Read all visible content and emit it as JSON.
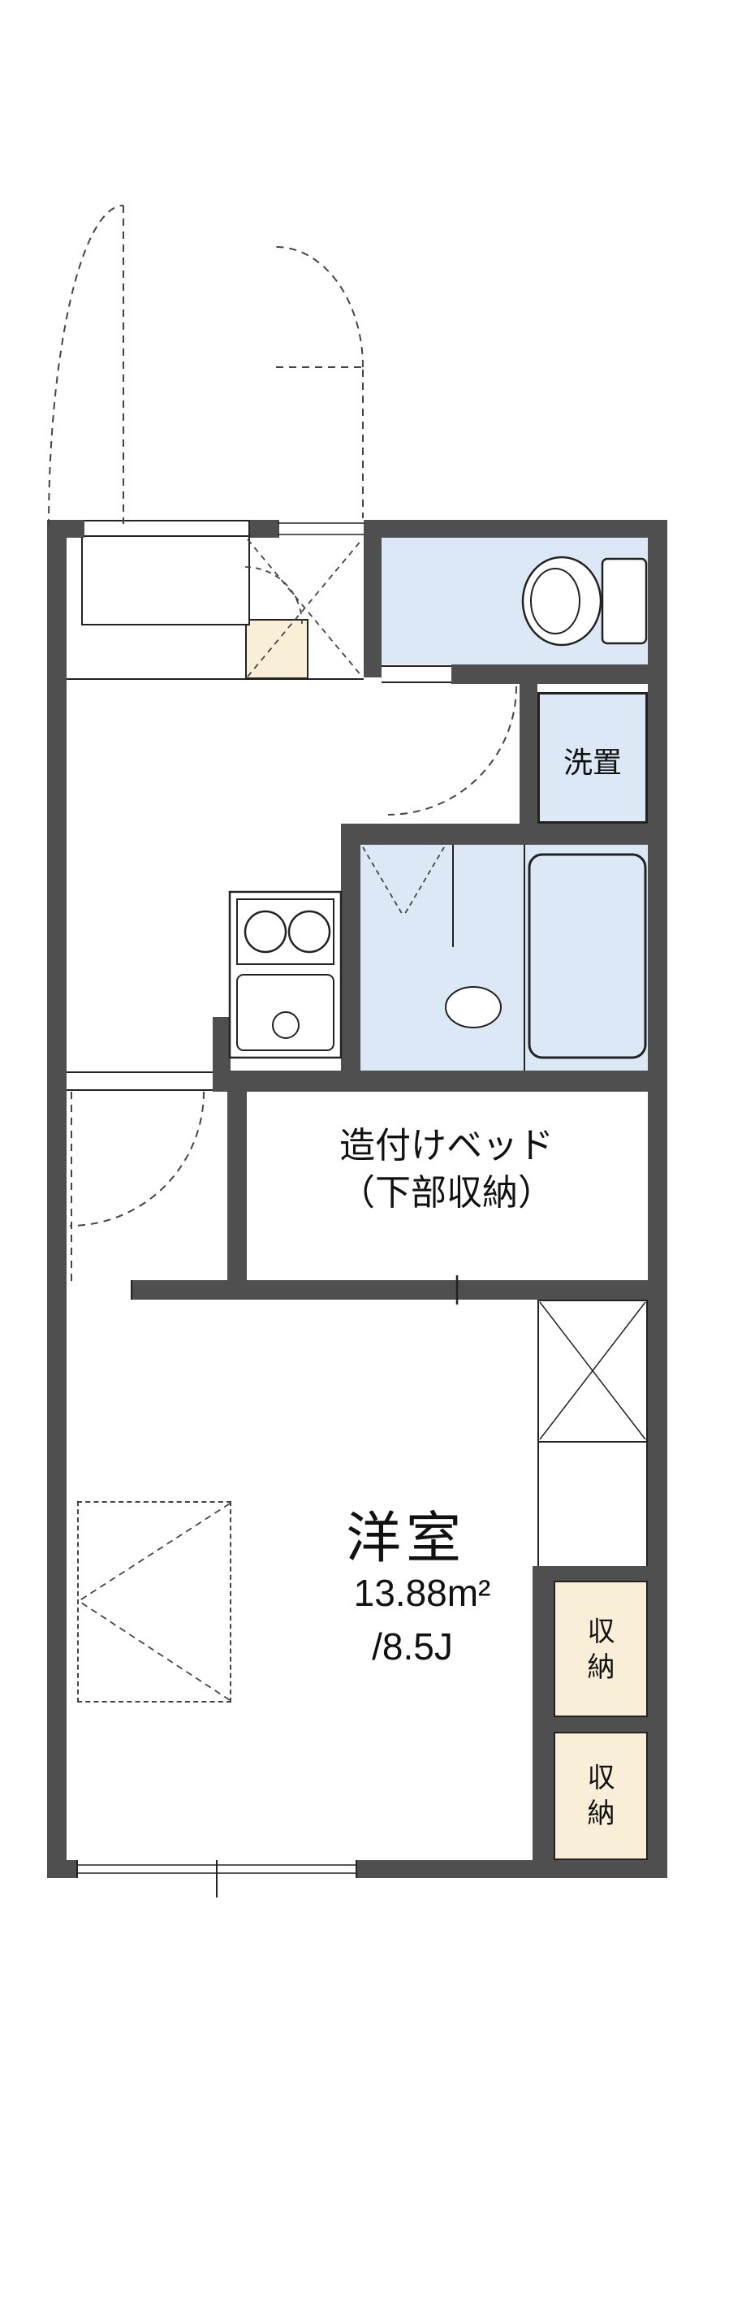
{
  "title": "apartment-floorplan",
  "floorplan": {
    "labels": {
      "washer": "洗置",
      "bed_line1": "造付けベッド",
      "bed_line2": "（下部収納）",
      "room_name": "洋室",
      "room_area_m2": "13.88m²",
      "room_area_jo": "/8.5J",
      "closet_1": "収納",
      "closet_2": "収納"
    },
    "colors": {
      "wall": "#4f4f4f",
      "water": "#dce8f5",
      "storage": "#f9efd9",
      "line": "#222222",
      "dash": "#444444",
      "bg": "#ffffff"
    }
  }
}
